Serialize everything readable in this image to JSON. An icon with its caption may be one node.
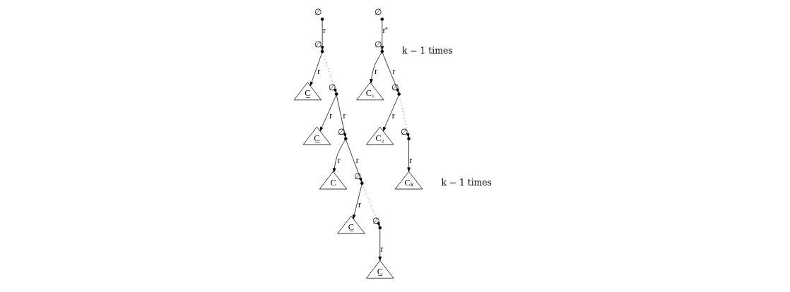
{
  "diagram": {
    "nodes": [
      {
        "text": [],
        "shape": "circle",
        "beside": [
          "∅"
        ]
      },
      {
        "text": [],
        "shape": "circle",
        "beside": [
          "∅"
        ]
      },
      {
        "text": [
          "C̲"
        ]
      },
      {
        "text": [],
        "shape": "circle",
        "beside": [
          "∅"
        ]
      },
      {
        "text": [
          "C̲"
        ]
      },
      {
        "text": [],
        "shape": "circle",
        "beside": [
          "∅"
        ]
      },
      {
        "text": [
          "C"
        ]
      },
      {
        "text": [],
        "shape": "circle",
        "beside": [
          "∅"
        ]
      },
      {
        "text": [
          "C̲"
        ]
      },
      {
        "text": [],
        "shape": "circle",
        "beside": [
          "∅"
        ]
      },
      {
        "text": [
          "C̲"
        ]
      },
      {
        "text": [],
        "shape": "circle",
        "beside": [
          "∅"
        ]
      },
      {
        "text": [],
        "shape": "circle",
        "beside": [
          "∅"
        ]
      },
      {
        "text": [
          "C₁"
        ]
      },
      {
        "text": [],
        "shape": "circle",
        "beside": [
          "∅"
        ]
      },
      {
        "text": [
          "C₂"
        ]
      },
      {
        "text": [],
        "shape": "circle",
        "beside": [
          "∅"
        ]
      },
      {
        "text": [
          "Cₖ"
        ]
      }
    ],
    "edges": [
      {
        "from": 0,
        "to": 1,
        "arrow": "to",
        "label": "r"
      },
      {
        "from": 1,
        "to": 2,
        "arrow": "to",
        "label": "r"
      },
      {
        "from": 1,
        "to": 3,
        "arrow": "to",
        "style": "dashed"
      },
      {
        "from": 3,
        "to": 4,
        "arrow": "to",
        "label": "r"
      },
      {
        "from": 3,
        "to": 5,
        "arrow": "to",
        "label": "r"
      },
      {
        "from": 5,
        "to": 6,
        "arrow": "to",
        "label": "r"
      },
      {
        "from": 5,
        "to": 7,
        "arrow": "to",
        "label": "r"
      },
      {
        "from": 7,
        "to": 8,
        "arrow": "to",
        "label": "r"
      },
      {
        "from": 7,
        "to": 9,
        "arrow": "to",
        "style": "dashed"
      },
      {
        "from": 9,
        "to": 10,
        "arrow": "to",
        "label": "r"
      },
      {
        "from": 11,
        "to": 12,
        "arrow": "to",
        "label": "r⁺"
      },
      {
        "from": 12,
        "to": 13,
        "arrow": "to",
        "label": "r"
      },
      {
        "from": 12,
        "to": 14,
        "arrow": "to",
        "label": "r"
      },
      {
        "from": 14,
        "to": 15,
        "arrow": "to",
        "label": "r"
      },
      {
        "from": 14,
        "to": 16,
        "arrow": "to",
        "style": "dashed"
      },
      {
        "from": 16,
        "to": 17,
        "arrow": "to",
        "label": "r"
      }
    ],
    "labels": [
      "k − 1 times",
      "k − 1 times"
    ]
  }
}
